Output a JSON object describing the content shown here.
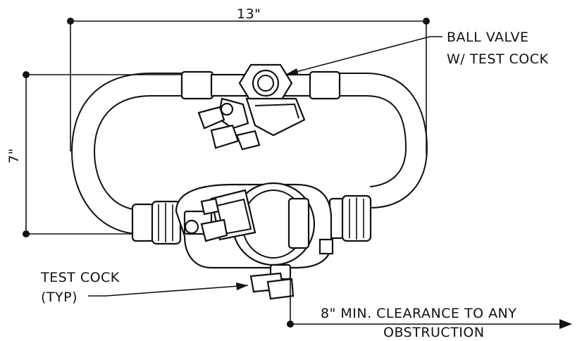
{
  "labels": {
    "width_dim": "13\"",
    "height_dim": "7\"",
    "ball_valve_line1": "BALL VALVE",
    "ball_valve_line2": "W/ TEST COCK",
    "test_cock_line1": "TEST COCK",
    "test_cock_line2": "(TYP)",
    "clearance_line1": "8\" MIN. CLEARANCE TO ANY",
    "clearance_line2": "OBSTRUCTION"
  }
}
